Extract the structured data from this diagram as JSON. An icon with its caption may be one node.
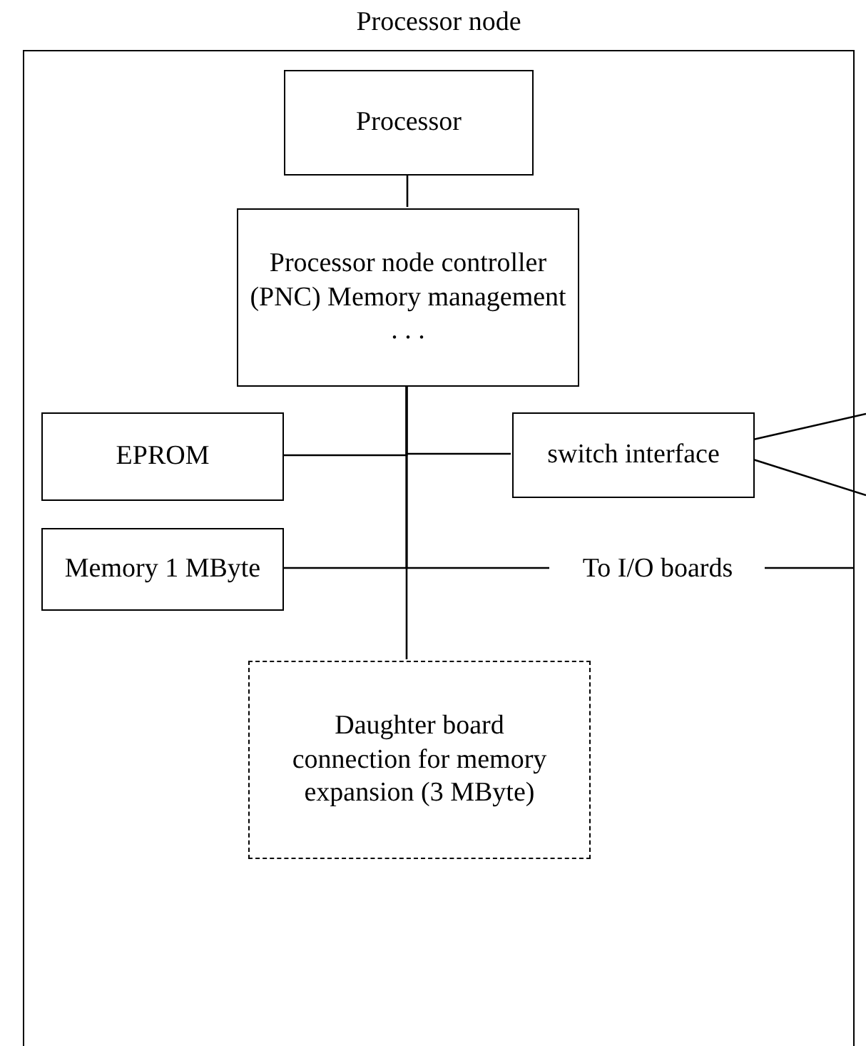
{
  "diagram": {
    "nodes": [
      {
        "text": [
          "Processor node"
        ]
      },
      {
        "text": [
          "Processor"
        ],
        "in": 0
      },
      {
        "text": [
          "Processor node controller (PNC) Memory management",
          ". . ."
        ],
        "in": 0
      },
      {
        "text": [
          "EPROM"
        ],
        "in": 0
      },
      {
        "text": [
          "switch interface"
        ],
        "in": 0
      },
      {
        "text": [
          "Memory 1 MByte"
        ],
        "in": 0
      },
      {
        "text": [
          "To I/O boards"
        ],
        "in": 0
      },
      {
        "text": [
          "Daughter board connection for memory expansion (3 MByte)"
        ],
        "in": 0
      }
    ],
    "edges": [
      {
        "from": 1,
        "to": 2,
        "arrow": "none"
      },
      {
        "from": 2,
        "to": 3,
        "arrow": "none"
      },
      {
        "from": 2,
        "to": 4,
        "arrow": "none"
      },
      {
        "from": 2,
        "to": 5,
        "arrow": "none"
      },
      {
        "from": 2,
        "to": 6,
        "arrow": "none"
      },
      {
        "from": 2,
        "to": 7,
        "arrow": "none"
      },
      {
        "from": 4,
        "to": null,
        "arrow": "none"
      },
      {
        "from": 4,
        "to": null,
        "arrow": "none"
      },
      {
        "from": 6,
        "to": null,
        "arrow": "none"
      }
    ]
  }
}
